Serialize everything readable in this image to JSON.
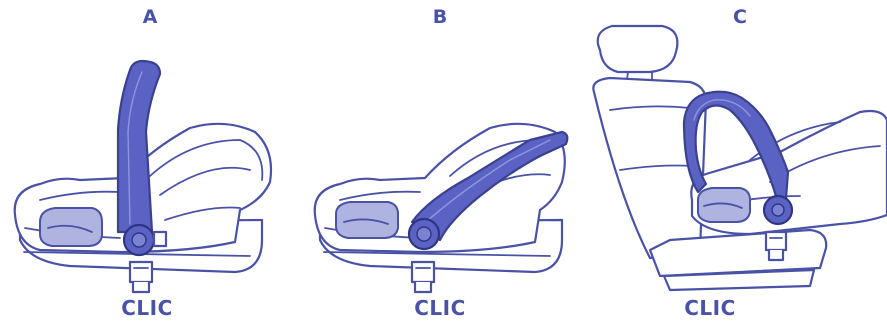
{
  "panels": [
    {
      "letter": "A",
      "clic_label": "CLIC"
    },
    {
      "letter": "B",
      "clic_label": "CLIC"
    },
    {
      "letter": "C",
      "clic_label": "CLIC"
    }
  ],
  "colors": {
    "line": "#4a52a8",
    "handle": "#5a62c4",
    "pad": "#aeb3e0"
  }
}
